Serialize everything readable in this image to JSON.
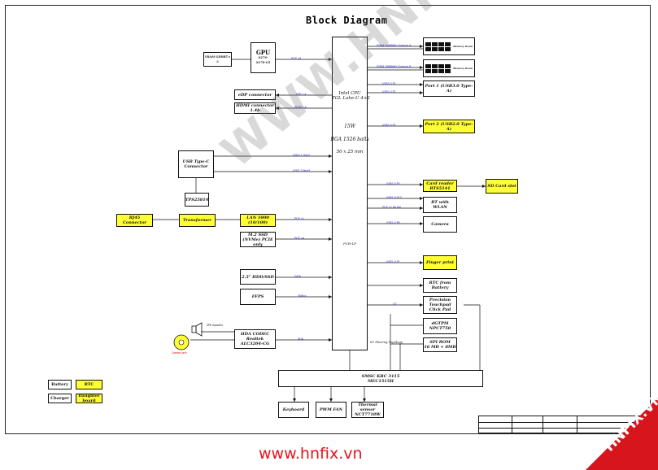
{
  "title": "Block Diagram",
  "cpu": {
    "line1": "Intel CPU",
    "line2": "TGL Lake-U 4+2",
    "power": "15W",
    "package": "BGA 1526 balls",
    "size": "50 x 25 mm",
    "pch": "PCH-LP"
  },
  "gpu": {
    "title": "GPU",
    "sub1": "N17S-",
    "sub2": "N17S-G5",
    "vram": "VRAM GDDR5 x 2"
  },
  "memory": {
    "top": "Memory Down",
    "bottom": "Memory Down"
  },
  "blocks": {
    "usb31": "Port 1 (USB3.0 Type-A)",
    "usb20": "Port 2 (USB2.0 Type-A)",
    "edp": "eDP connector",
    "hdmi": "HDMI connector 1.4b",
    "typec": "USB Type-C Connector",
    "tps": "TPS25814",
    "rj45": "RJ45 Connector",
    "transformer": "Transformer",
    "lan": "LAN 1000 (10/100)",
    "m2": "M.2 SSD (NVMe) PCIE only",
    "hdd": "2.5\" HDD/SSD",
    "gsensor": "FFPS",
    "audio1": "HDA CODEC",
    "audio2": "Realtek ALC3204-CG",
    "jack": "Combo Jack",
    "speaker": "SPK Speaker",
    "cardreader1": "Card reader",
    "cardreader2": "RTS5141",
    "sdslot": "SD Card slot",
    "bt": "BT with WLAN",
    "camera": "Camera",
    "finger": "Finger print",
    "rtc": "RTC from Battery",
    "touchpad1": "Precision",
    "touchpad2": "Touchpad",
    "touchpad3": "Click Pad",
    "tpm1": "dGTPM",
    "tpm2": "NPCT750",
    "spirom1": "SPI ROM",
    "spirom2": "16 MB + 8MB",
    "ec1": "SMSC KBC 3115",
    "ec2": "MEC1515H",
    "keyboard": "Keyboard",
    "fan": "PWM FAN",
    "thermal1": "Thermal sensor",
    "thermal2": "NCT7718W",
    "s3": "S3 Sharing Topology"
  },
  "legend": {
    "battery": "Battery",
    "rtc": "RTC",
    "charger": "Charger",
    "daughter": "Daughter board"
  },
  "footer": "www.hnfix.vn",
  "watermark": "WWW.HNFIX.VN",
  "badge": "HNFIX.VN",
  "colors": {
    "yellow": "#ffff33",
    "label": "#1a1ad0",
    "red": "#e8141b"
  }
}
